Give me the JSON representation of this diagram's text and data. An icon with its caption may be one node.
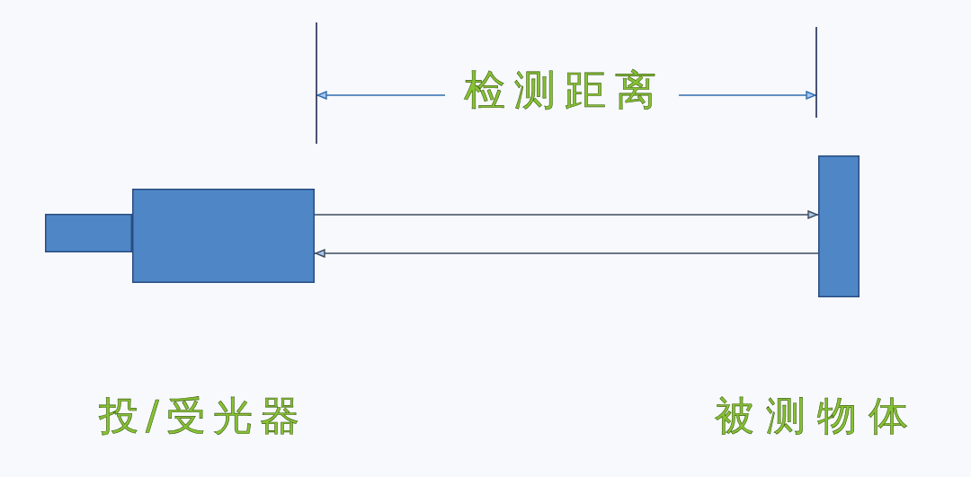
{
  "diagram": {
    "nodes": [
      {
        "text": [],
        "shape": "box",
        "beside": [
          "投/受光器"
        ]
      },
      {
        "text": [],
        "shape": "box",
        "beside": [
          "被测物体"
        ]
      }
    ],
    "edges": [
      {
        "from": 0,
        "to": 1,
        "arrow": "to"
      },
      {
        "from": 1,
        "to": 0,
        "arrow": "to"
      }
    ],
    "labels": [
      "检测距离"
    ]
  }
}
